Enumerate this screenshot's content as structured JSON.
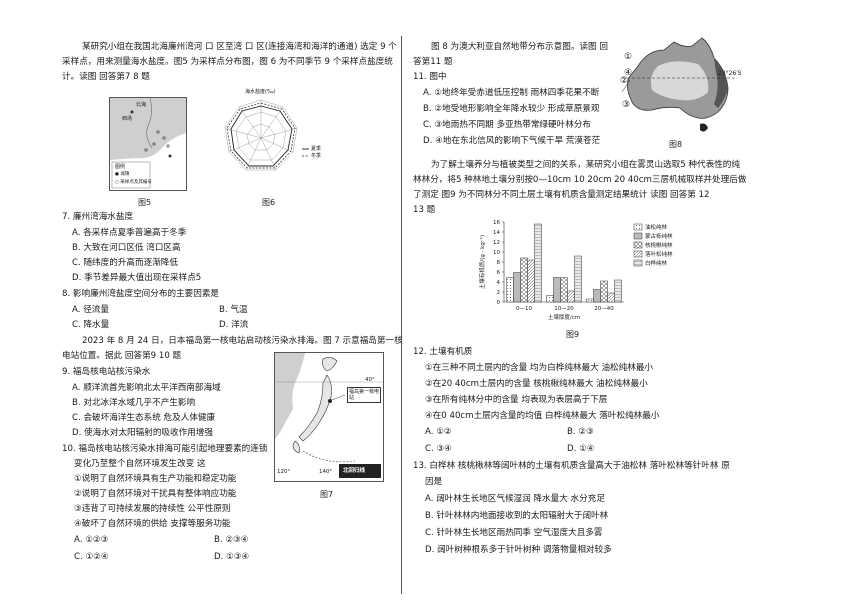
{
  "left": {
    "intro_l1": "某研究小组在我国北海廉州湾河 口 区至湾 口 区(连接海湾和海洋的通道) 选定 9  个",
    "intro_l2": "采样点，用来测量海水盐度。图5 为采样点分布图，图 6 为不同季节 9 个采样点盐度统",
    "intro_l3": "计。读图  回答第7  8 题",
    "fig5": {
      "caption": "图5",
      "labels": [
        "北海",
        "西场",
        "图例",
        "● 城镇",
        "○ 采样点及其编号"
      ]
    },
    "fig6": {
      "caption": "图6",
      "title": "海水盐度(‰)",
      "legend_summer": "夏季",
      "legend_winter": "冬季",
      "spokes": [
        "1",
        "2",
        "3",
        "4",
        "5",
        "6",
        "7",
        "8",
        "9"
      ]
    },
    "q7": {
      "stem": "7. 廉州湾海水盐度",
      "options": [
        "A. 各采样点夏季普遍高于冬季",
        "B. 大致在河口区低  湾口区高",
        "C. 随纬度的升高而逐渐降低",
        "D. 季节差异最大值出现在采样点5"
      ]
    },
    "q8": {
      "stem": "8. 影响廉州湾盐度空间分布的主要因素是",
      "a": "A. 径流量",
      "b": "B. 气温",
      "c": "C. 降水量",
      "d": "D. 洋流"
    },
    "news_l1": "2023 年 8 月 24  日，日本福岛第一核电站启动核污染水排海。图 7 示意福岛第一核",
    "news_l2": "电站位置。据此  回答第9  10 题",
    "q9": {
      "stem": "9. 福岛核电站核污染水",
      "options": [
        "A. 顺洋流首先影响北太平洋西南部海域",
        "B. 对北冰洋水域几乎不产生影响",
        "C. 会破坏海洋生态系统  危及人体健康",
        "D. 使海水对太阳辐射的吸收作用增强"
      ]
    },
    "q10": {
      "stem_l1": "10. 福岛核电站核污染水排海可能引起地理要素的连锁",
      "stem_l2": "变化乃至整个自然环境发生改变  这",
      "statements": [
        "①说明了自然环境具有生产功能和稳定功能",
        "②说明了自然环境对干扰具有整体响应功能",
        "③违背了可持续发展的持续性  公平性原则",
        "④破坏了自然环境的供给  支撑等服务功能"
      ],
      "a": "A. ①②③",
      "b": "B. ②③④",
      "c": "C. ①②④",
      "d": "D. ①③④"
    },
    "fig7": {
      "caption": "图7",
      "lat": "40°",
      "lon1": "120°",
      "lon2": "140°",
      "callout": "福岛第一核电站",
      "north": "北回归线"
    }
  },
  "right": {
    "fig8_intro": "图 8  为澳大利亚自然地带分布示意图。读图   回",
    "fig8_intro2": "答第11 题",
    "q11": {
      "stem": "11. 图中",
      "options": [
        "A. ①地终年受赤道低压控制  雨林四季花果不断",
        "B. ②地受地形影响全年降水较少  形成草原景观",
        "C. ③地雨热不同期  多亚热带常绿硬叶林分布",
        "D. ④地在东北信风的影响下气候干旱  荒漠苍茫"
      ]
    },
    "fig8": {
      "caption": "图8",
      "lat_label": "23°26′S",
      "markers": [
        "①",
        "②",
        "③",
        "④"
      ]
    },
    "soil_l1": "为了解土壤养分与植被类型之间的关系，某研究小组在雾灵山选取5 种代表性的纯",
    "soil_l2": "林林分，将5 种林地土壤分别按0—10cm  10   20cm  20   40cm三层机械取样并处理后做",
    "soil_l3": "了测定    图9 为不同林分不同土层土壤有机质含量测定结果统计     读图   回答第 12",
    "soil_l4": "13 题",
    "q12": {
      "stem": "12. 土壤有机质",
      "statements": [
        "①在三种不同土层内的含量  均为白桦纯林最大  油松纯林最小",
        "②在20   40cm土层内的含量  核桃楸纯林最大  油松纯林最小",
        "③在所有纯林分中的含量  均表现为表层高于下层",
        "④在0   40cm土层内含量的均值   白桦纯林最大   落叶松纯林最小"
      ],
      "a": "A. ①②",
      "b": "B. ②③",
      "c": "C. ③④",
      "d": "D. ①④"
    },
    "q13": {
      "stem_l1": "13. 白桦林  核桃楸林等阔叶林的土壤有机质含量高大于油松林  落叶松林等针叶林   原",
      "stem_l2": "因是",
      "options": [
        "A. 阔叶林生长地区气候湿润  降水量大  水分充足",
        "B. 针叶林林内地面接收到的太阳辐射大于阔叶林",
        "C. 针叶林生长地区雨热同季  空气湿度大且多雾",
        "D. 阔叶树种根系多于针叶树种  调落物量相对较多"
      ]
    }
  },
  "chart_data": {
    "type": "bar",
    "title": "",
    "caption": "图9",
    "ylabel": "土壤有机质/(g · kg⁻¹)",
    "xlabel": "土壤厚度/cm",
    "categories": [
      "0—10",
      "10—20",
      "20—40"
    ],
    "ylim": [
      0,
      16
    ],
    "yticks": [
      0,
      2,
      4,
      6,
      8,
      10,
      12,
      14,
      16
    ],
    "legend_position": "right",
    "series": [
      {
        "name": "油松纯林",
        "values": [
          4.9,
          1.3,
          0.6
        ]
      },
      {
        "name": "蒙古栎纯林",
        "values": [
          5.9,
          4.9,
          2.5
        ]
      },
      {
        "name": "核桃楸纯林",
        "values": [
          8.8,
          4.9,
          4.2
        ]
      },
      {
        "name": "落叶松纯林",
        "values": [
          8.4,
          2.2,
          1.8
        ]
      },
      {
        "name": "白桦纯林",
        "values": [
          15.6,
          9.2,
          4.4
        ]
      }
    ]
  }
}
